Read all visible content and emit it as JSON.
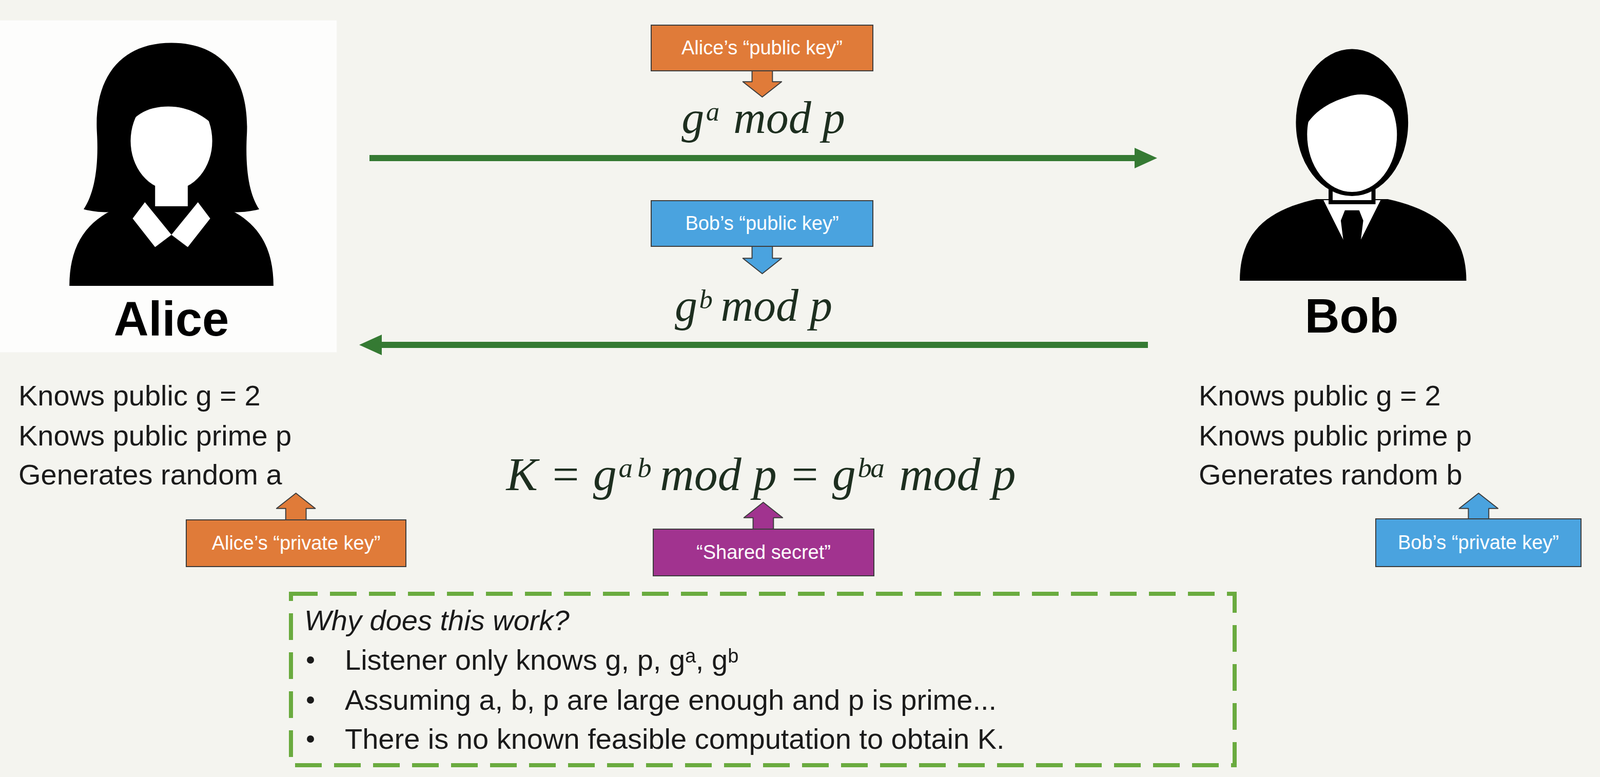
{
  "diagram": {
    "nodes": [
      {
        "text": [
          "Alice"
        ]
      },
      {
        "text": [
          "Alice’s “public key”"
        ]
      },
      {
        "text": [
          "Bob’s “public key”"
        ]
      },
      {
        "text": [
          "Bob"
        ]
      },
      {
        "text": [
          "Alice’s “private key”"
        ]
      },
      {
        "text": [
          "“Shared secret”"
        ]
      },
      {
        "text": [
          "Bob’s “private key”"
        ]
      },
      {
        "text": [
          "Why does this work?",
          "Listener only knows g, p, gᵃ, gᵇ",
          "Assuming a, b, p are large enough and p is prime...",
          "There is no known feasible computation to obtain K."
        ]
      }
    ],
    "edges": [
      {
        "from": 0,
        "to": 3,
        "arrow": "to",
        "label": "gᵃ mod p"
      },
      {
        "from": 3,
        "to": 0,
        "arrow": "to",
        "label": "gᵇ mod p"
      }
    ],
    "labels": [
      "Knows public g = 2",
      "Knows public prime p",
      "Generates random a",
      "K = gᵃᵇ mod p = gᵇᵃ mod p",
      "Knows public g = 2",
      "Knows public prime p",
      "Generates random b"
    ]
  }
}
